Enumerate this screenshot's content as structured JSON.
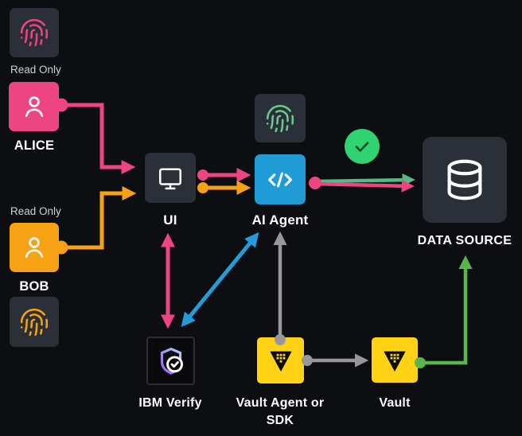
{
  "diagram": {
    "title_hint": "identity and secrets flow diagram",
    "captions": {
      "alice_read_only": "Read Only",
      "bob_read_only": "Read Only"
    },
    "nodes": {
      "alice": {
        "label": "ALICE",
        "icon": "person-icon",
        "color": "#ed4581"
      },
      "bob": {
        "label": "BOB",
        "icon": "person-icon",
        "color": "#f7a114"
      },
      "alice_fingerprint": {
        "icon": "fingerprint-icon",
        "color": "#ed4581"
      },
      "bob_fingerprint": {
        "icon": "fingerprint-icon",
        "color": "#f7a114"
      },
      "agent_fingerprint": {
        "icon": "fingerprint-icon",
        "color": "#67cb8e"
      },
      "ui": {
        "label": "UI",
        "icon": "monitor-icon"
      },
      "ai_agent": {
        "label": "AI Agent",
        "icon": "code-icon",
        "color": "#1f9cd6"
      },
      "approved_check": {
        "icon": "check-icon",
        "color": "#2fd36f"
      },
      "data_source": {
        "label": "DATA SOURCE",
        "icon": "database-icon"
      },
      "ibm_verify": {
        "label": "IBM Verify",
        "icon": "shield-check-icon"
      },
      "vault_agent": {
        "label": "Vault Agent or SDK",
        "icon": "vault-icon",
        "color": "#ffd216"
      },
      "vault": {
        "label": "Vault",
        "icon": "vault-icon",
        "color": "#ffd216"
      }
    },
    "edges": [
      {
        "from": "ALICE",
        "to": "UI",
        "color_key": "pink",
        "arrows": "end",
        "shape": "elbow"
      },
      {
        "from": "BOB",
        "to": "UI",
        "color_key": "orange",
        "arrows": "end",
        "shape": "elbow"
      },
      {
        "from": "UI",
        "to": "AI Agent",
        "color_key": "pink",
        "arrows": "end",
        "shape": "straight"
      },
      {
        "from": "UI",
        "to": "AI Agent",
        "color_key": "orange",
        "arrows": "end",
        "shape": "straight"
      },
      {
        "from": "AI Agent",
        "to": "DATA SOURCE",
        "color_key": "green_soft",
        "arrows": "end",
        "shape": "straight"
      },
      {
        "from": "AI Agent",
        "to": "DATA SOURCE",
        "color_key": "pink",
        "arrows": "end",
        "shape": "straight"
      },
      {
        "from": "UI",
        "to": "IBM Verify",
        "color_key": "pink",
        "arrows": "both",
        "shape": "straight"
      },
      {
        "from": "AI Agent",
        "to": "IBM Verify",
        "color_key": "blue",
        "arrows": "both",
        "shape": "diagonal"
      },
      {
        "from": "Vault Agent or SDK",
        "to": "AI Agent",
        "color_key": "gray",
        "arrows": "end",
        "shape": "straight"
      },
      {
        "from": "Vault Agent or SDK",
        "to": "Vault",
        "color_key": "gray",
        "arrows": "end",
        "shape": "straight"
      },
      {
        "from": "Vault",
        "to": "DATA SOURCE",
        "color_key": "green",
        "arrows": "end",
        "shape": "elbow"
      }
    ],
    "colors": {
      "background": "#0d0e11",
      "panel": "#2b2f37",
      "pink": "#ed4581",
      "orange": "#f7a114",
      "blue": "#259bd7",
      "blue_box": "#1f9cd6",
      "gray": "#97979c",
      "green_soft": "#57b987",
      "green": "#5ab54b",
      "check_green": "#2fd36f",
      "fingerprint_green": "#67cb8e",
      "yellow": "#ffd216",
      "text": "#ffffff",
      "muted_text": "#ced0d4"
    }
  }
}
